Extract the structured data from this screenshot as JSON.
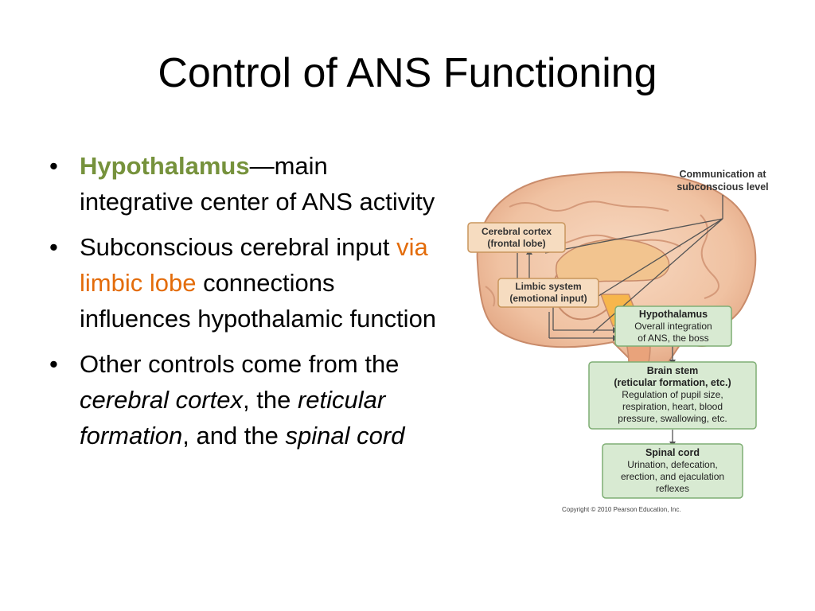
{
  "slide": {
    "title": "Control of ANS Functioning",
    "bullets": [
      {
        "term": "Hypothalamus",
        "rest": "—main integrative center of ANS activity"
      },
      {
        "part1": "Subconscious cerebral input ",
        "highlight": "via limbic lobe",
        "part2": " connections influences hypothalamic function"
      },
      {
        "part1": "Other controls come from the ",
        "em1": "cerebral cortex",
        "part2": ", the ",
        "em2": "reticular formation",
        "part3": ", and the ",
        "em3": "spinal cord"
      }
    ]
  },
  "figure": {
    "comm_label_1": "Communication at",
    "comm_label_2": "subconscious level",
    "cortex_1": "Cerebral cortex",
    "cortex_2": "(frontal lobe)",
    "limbic_1": "Limbic system",
    "limbic_2": "(emotional input)",
    "hypo_title": "Hypothalamus",
    "hypo_1": "Overall integration",
    "hypo_2": "of ANS, the boss",
    "brainstem_title": "Brain stem",
    "brainstem_sub": "(reticular formation, etc.)",
    "brainstem_1": "Regulation of pupil size,",
    "brainstem_2": "respiration, heart, blood",
    "brainstem_3": "pressure, swallowing, etc.",
    "spinal_title": "Spinal cord",
    "spinal_1": "Urination, defecation,",
    "spinal_2": "erection, and ejaculation",
    "spinal_3": "reflexes",
    "copyright": "Copyright © 2010 Pearson Education, Inc."
  },
  "colors": {
    "green_term": "#76923c",
    "orange_highlight": "#e36c0a",
    "box_orange_fill": "#f6dcc0",
    "box_orange_stroke": "#c8955c",
    "box_green_fill": "#d8ead2",
    "box_green_stroke": "#7fae74"
  }
}
